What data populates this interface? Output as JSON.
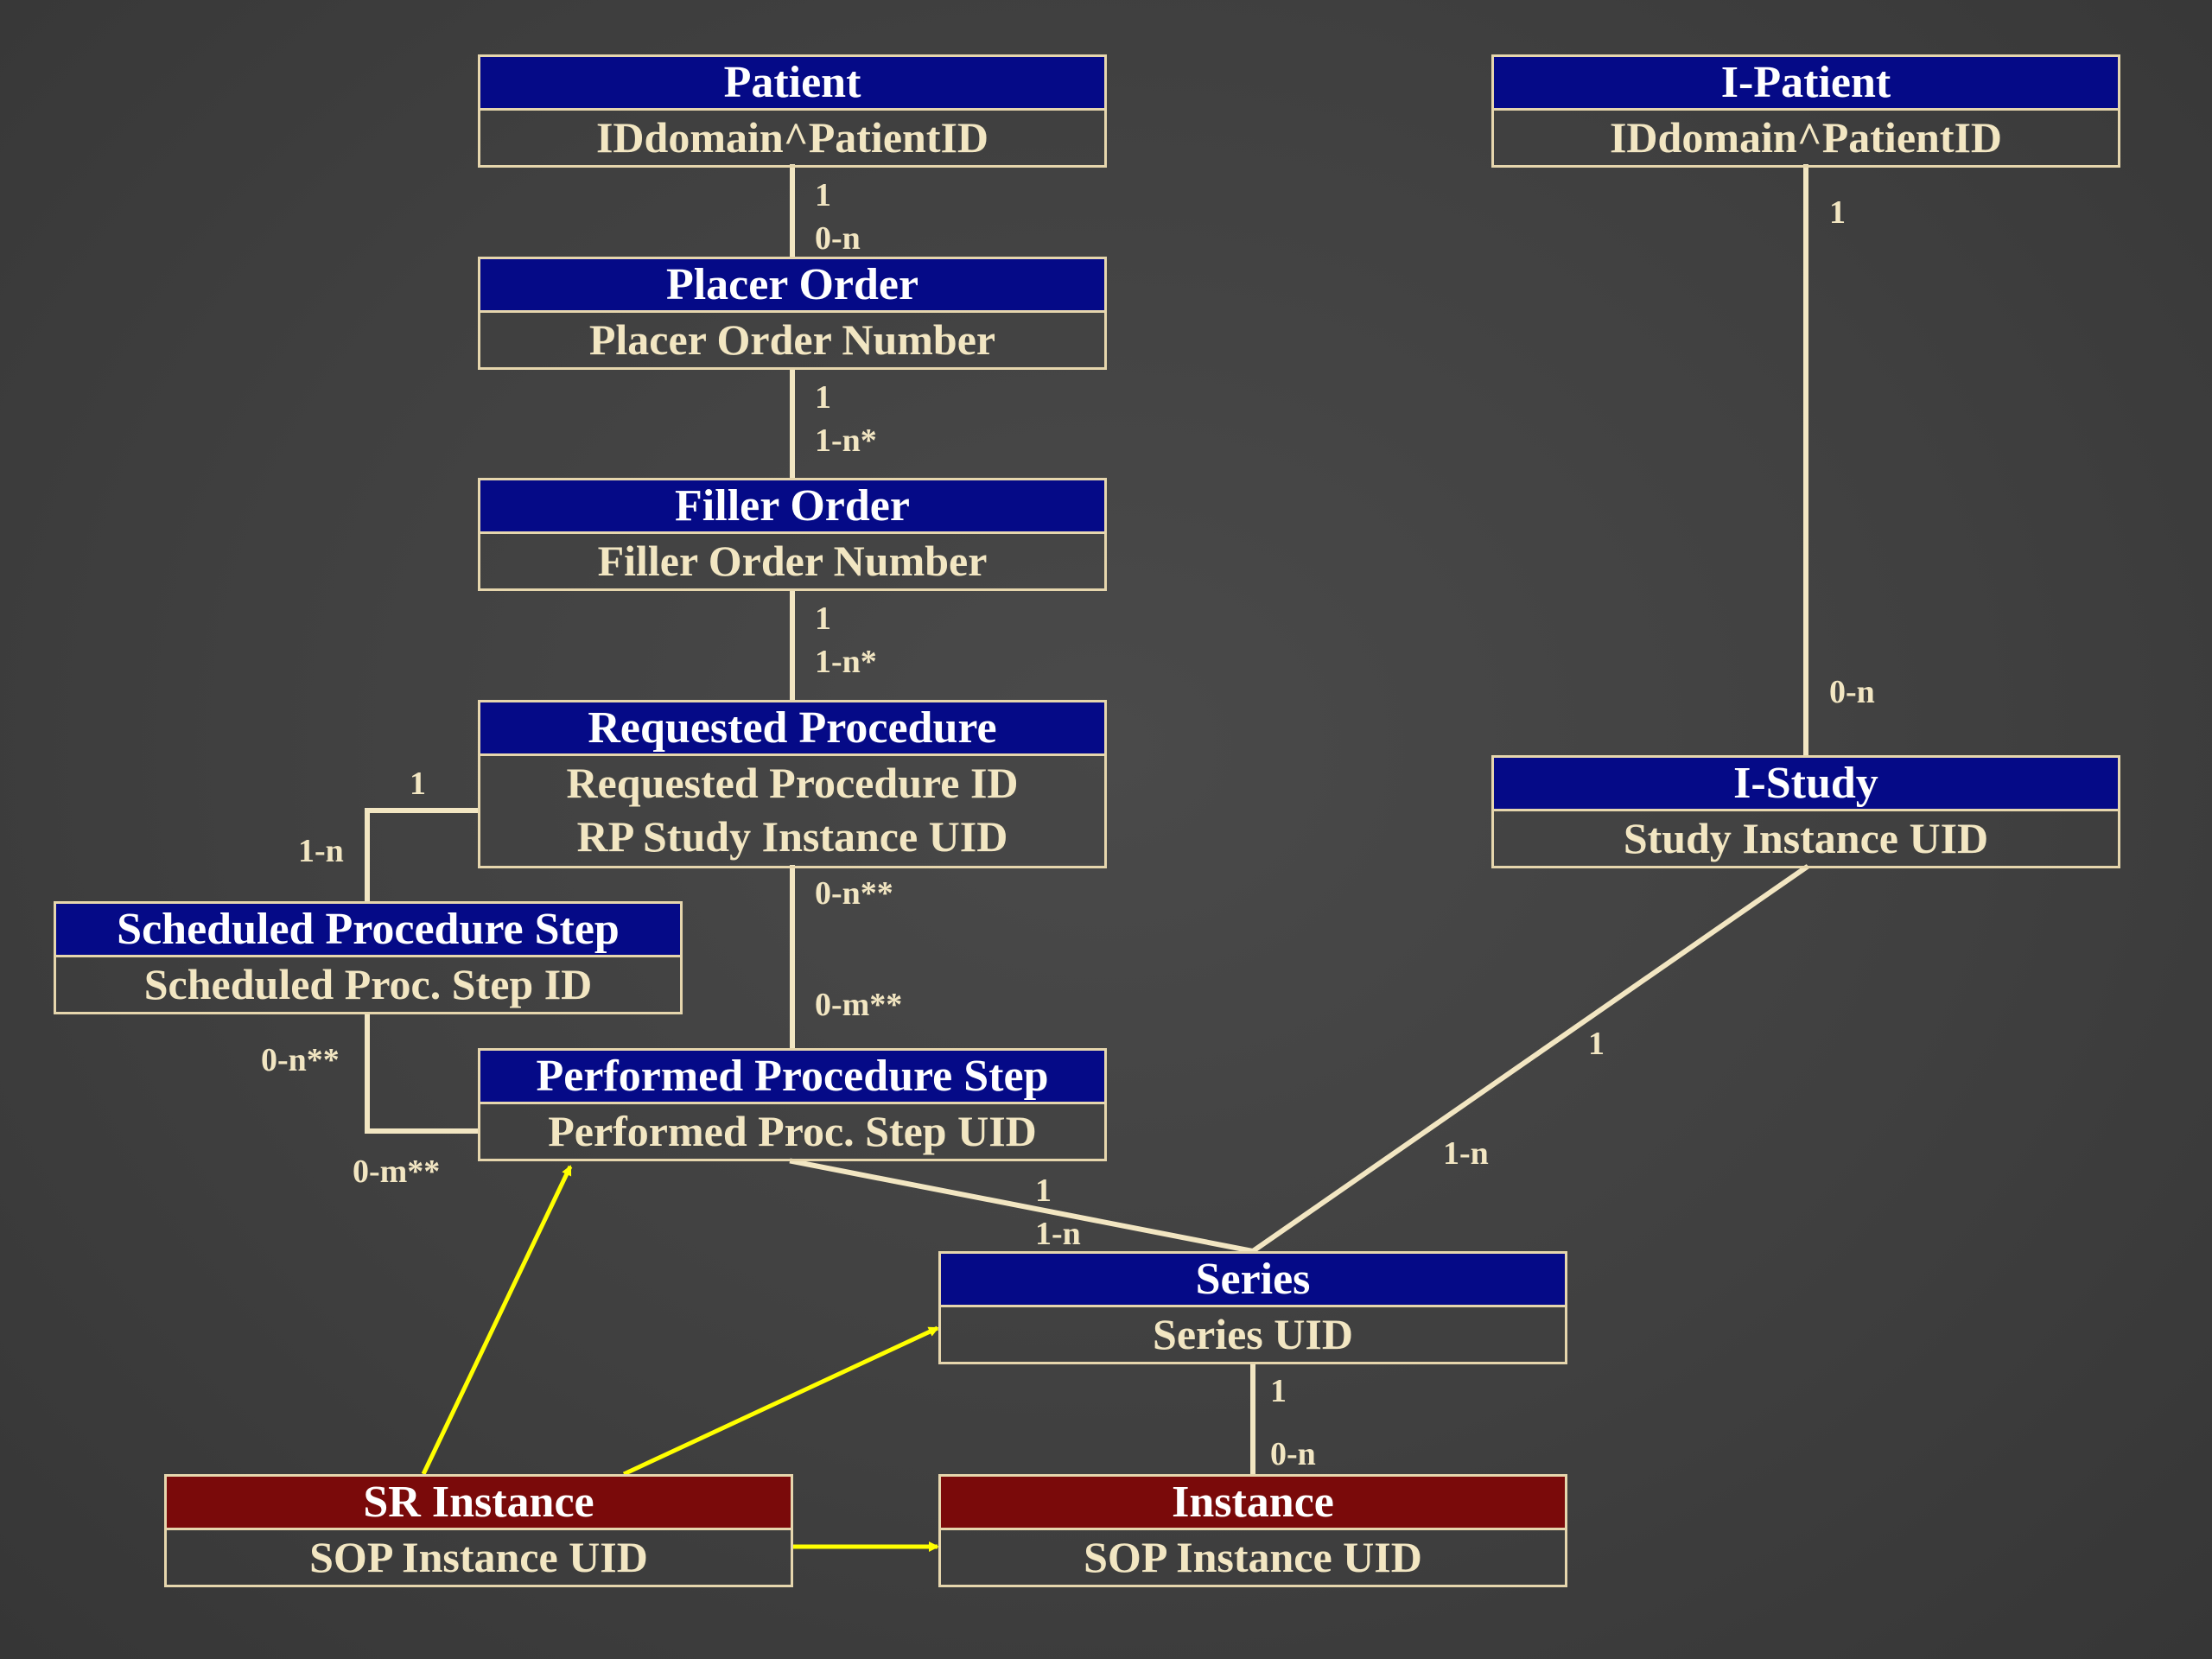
{
  "entities": {
    "patient": {
      "title": "Patient",
      "attrs": [
        "IDdomain^PatientID"
      ],
      "header_color": "#050a87"
    },
    "placer_order": {
      "title": "Placer Order",
      "attrs": [
        "Placer Order Number"
      ],
      "header_color": "#050a87"
    },
    "filler_order": {
      "title": "Filler Order",
      "attrs": [
        "Filler Order Number"
      ],
      "header_color": "#050a87"
    },
    "requested_procedure": {
      "title": "Requested Procedure",
      "attrs": [
        "Requested Procedure ID",
        "RP Study Instance UID"
      ],
      "header_color": "#050a87"
    },
    "scheduled_procedure_step": {
      "title": "Scheduled Procedure Step",
      "attrs": [
        "Scheduled Proc. Step ID"
      ],
      "header_color": "#050a87"
    },
    "performed_procedure_step": {
      "title": "Performed Procedure Step",
      "attrs": [
        "Performed Proc. Step UID"
      ],
      "header_color": "#050a87"
    },
    "series": {
      "title": "Series",
      "attrs": [
        "Series UID"
      ],
      "header_color": "#050a87"
    },
    "instance": {
      "title": "Instance",
      "attrs": [
        "SOP Instance UID"
      ],
      "header_color": "#7a0a0a"
    },
    "sr_instance": {
      "title": "SR Instance",
      "attrs": [
        "SOP Instance UID"
      ],
      "header_color": "#7a0a0a"
    },
    "i_patient": {
      "title": "I-Patient",
      "attrs": [
        "IDdomain^PatientID"
      ],
      "header_color": "#050a87"
    },
    "i_study": {
      "title": "I-Study",
      "attrs": [
        "Study Instance UID"
      ],
      "header_color": "#050a87"
    }
  },
  "relationships": [
    {
      "from": "patient",
      "to": "placer_order",
      "from_card": "1",
      "to_card": "0-n"
    },
    {
      "from": "placer_order",
      "to": "filler_order",
      "from_card": "1",
      "to_card": "1-n*"
    },
    {
      "from": "filler_order",
      "to": "requested_procedure",
      "from_card": "1",
      "to_card": "1-n*"
    },
    {
      "from": "requested_procedure",
      "to": "scheduled_procedure_step",
      "from_card": "1",
      "to_card": "1-n"
    },
    {
      "from": "requested_procedure",
      "to": "performed_procedure_step",
      "from_card": "0-n**",
      "to_card": "0-m**"
    },
    {
      "from": "scheduled_procedure_step",
      "to": "performed_procedure_step",
      "from_card": "0-n**",
      "to_card": "0-m**"
    },
    {
      "from": "performed_procedure_step",
      "to": "series",
      "from_card": "1",
      "to_card": "1-n"
    },
    {
      "from": "series",
      "to": "instance",
      "from_card": "1",
      "to_card": "0-n"
    },
    {
      "from": "i_patient",
      "to": "i_study",
      "from_card": "1",
      "to_card": "0-n"
    },
    {
      "from": "i_study",
      "to": "series",
      "from_card": "1",
      "to_card": "1-n"
    }
  ],
  "references": [
    {
      "from": "sr_instance",
      "to": "performed_procedure_step"
    },
    {
      "from": "sr_instance",
      "to": "series"
    },
    {
      "from": "sr_instance",
      "to": "instance"
    }
  ],
  "colors": {
    "relationship_line": "#f2e6c2",
    "reference_arrow": "#ffff00",
    "blue_header": "#050a87",
    "red_header": "#7a0a0a"
  }
}
